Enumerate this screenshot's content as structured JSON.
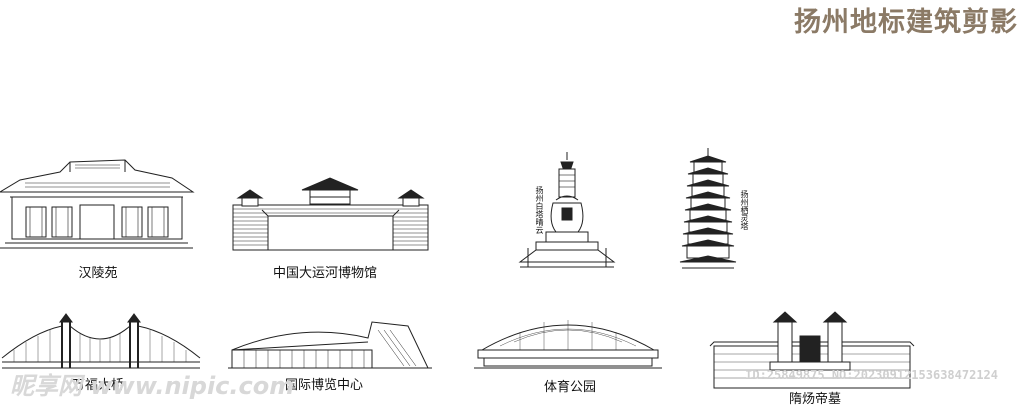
{
  "title": "扬州地标建筑剪影",
  "landmarks": {
    "hanlingyuan": "汉陵苑",
    "canal_museum": "中国大运河博物馆",
    "white_pagoda": "扬州白塔晴云",
    "qiling_pagoda": "扬州栖灵塔",
    "bridge": "万福大桥",
    "expo_center": "国际博览中心",
    "sports_park": "体育公园",
    "sui_tomb": "隋炀帝墓"
  },
  "watermark": {
    "site": "昵享网 www.nipic.com",
    "id": "ID:25849875 NO:20230912153638472124"
  },
  "colors": {
    "title": "#8b7a66",
    "line": "#222222"
  }
}
